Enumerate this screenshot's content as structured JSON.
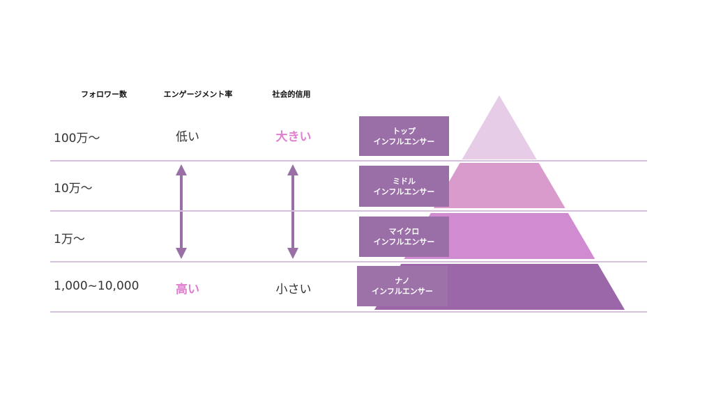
{
  "headers": {
    "followers": "フォロワー数",
    "engagement": "エンゲージメント率",
    "trust": "社会的信用"
  },
  "rows": [
    {
      "followers": "100万〜",
      "engagement": "",
      "trust": "大きい"
    },
    {
      "followers": "10万〜"
    },
    {
      "followers": "1万〜"
    },
    {
      "followers": "1,000~10,000",
      "engagement": "高い",
      "trust": "小さい"
    }
  ],
  "engagement_top": "低い",
  "tiers": [
    {
      "line1": "トップ",
      "line2": "インフルエンサー",
      "color": "#e6cce6"
    },
    {
      "line1": "ミドル",
      "line2": "インフルエンサー",
      "color": "#d99bcb"
    },
    {
      "line1": "マイクロ",
      "line2": "インフルエンサー",
      "color": "#d18bd0"
    },
    {
      "line1": "ナノ",
      "line2": "インフルエンサー",
      "color": "#9c67a8"
    }
  ],
  "colors": {
    "accent": "#9a6ea6",
    "highlight": "#e07fcf"
  }
}
